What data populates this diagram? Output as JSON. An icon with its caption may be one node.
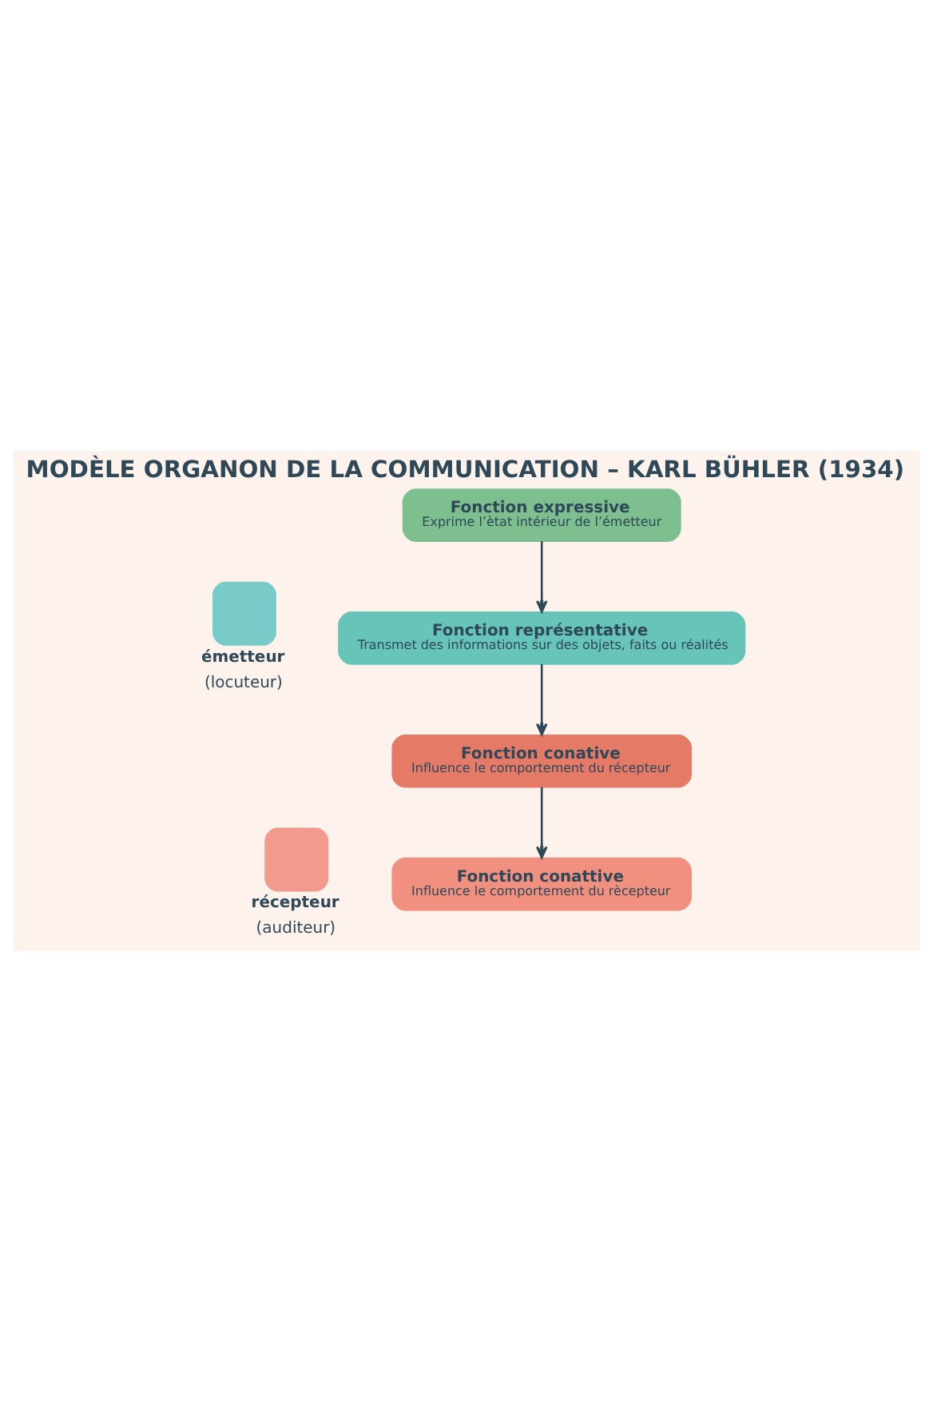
{
  "diagram": {
    "title": "MODÈLE ORGANON DE LA COMMUNICATION – KARL BÜHLER (1934)",
    "nodes": [
      {
        "text": [
          "Fonction expressive",
          "Exprime l’ètat intérieur de l’émetteur"
        ]
      },
      {
        "text": [
          "Fonction représentative",
          "Transmet des informations sur des objets, faits ou réalités"
        ]
      },
      {
        "text": [
          "Fonction conative",
          "Influence le comportement du récepteur"
        ]
      },
      {
        "text": [
          "Fonction conattive",
          "Influence le comportement du rècepteur"
        ]
      },
      {
        "text": [
          "émetteur",
          "(locuteur)"
        ]
      },
      {
        "text": [
          "récepteur",
          "(auditeur)"
        ]
      }
    ],
    "edges": [
      {
        "from": 0,
        "to": 1,
        "arrow": "to"
      },
      {
        "from": 1,
        "to": 2,
        "arrow": "to"
      },
      {
        "from": 2,
        "to": 3,
        "arrow": "to"
      }
    ]
  }
}
